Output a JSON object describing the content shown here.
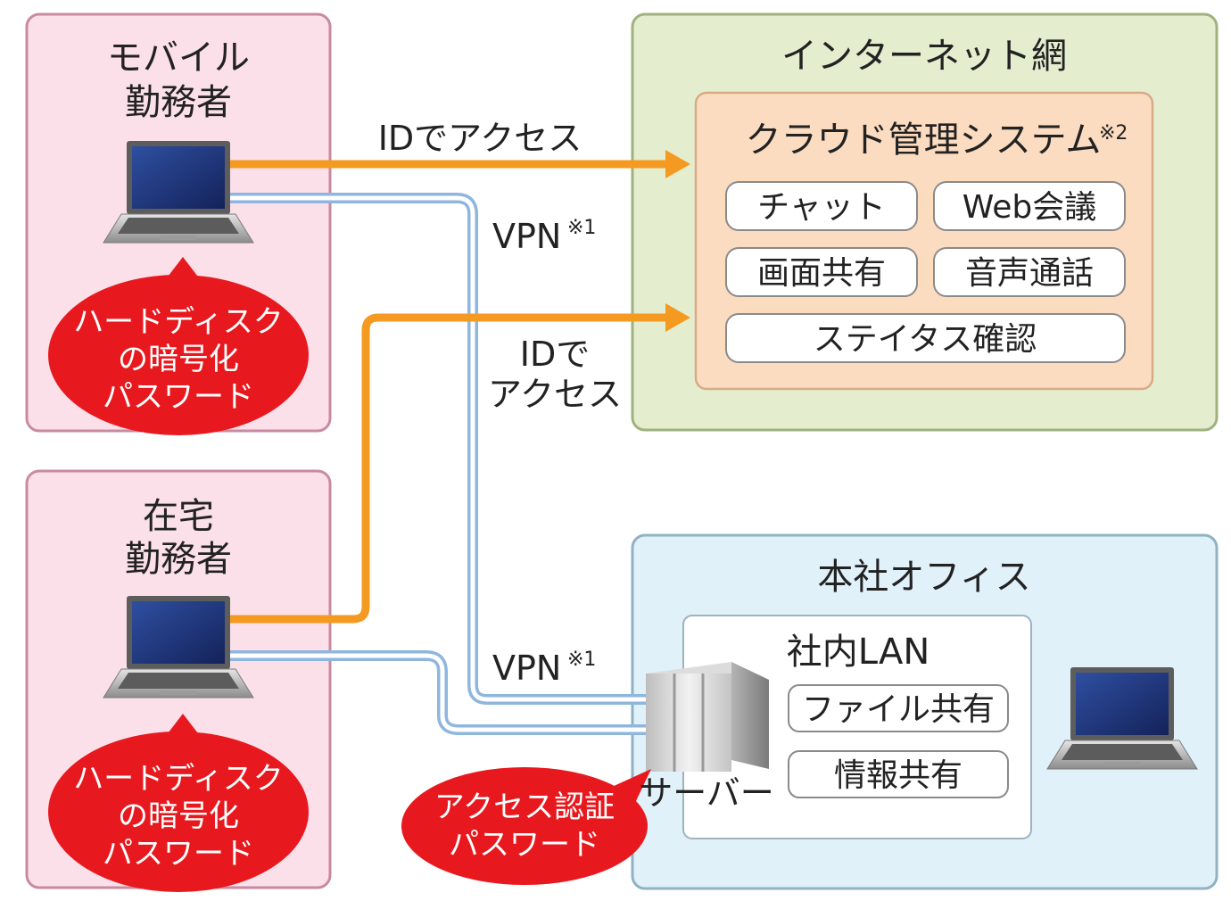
{
  "colors": {
    "worker_box_fill": "#fbe0ea",
    "worker_box_stroke": "#c98aa0",
    "internet_fill": "#e5edcf",
    "internet_stroke": "#9fb27e",
    "cloud_fill": "#fcdcc0",
    "cloud_stroke": "#d7ab86",
    "office_fill": "#e0f1fa",
    "office_stroke": "#8fb2c4",
    "orange_arrow": "#f59a20",
    "vpn_line": "#8fb6de",
    "bubble_red": "#e8191e",
    "text": "#222222"
  },
  "mobile_worker": {
    "title_line1": "モバイル",
    "title_line2": "勤務者",
    "bubble_line1": "ハードディスク",
    "bubble_line2": "の暗号化",
    "bubble_line3": "パスワード"
  },
  "home_worker": {
    "title_line1": "在宅",
    "title_line2": "勤務者",
    "bubble_line1": "ハードディスク",
    "bubble_line2": "の暗号化",
    "bubble_line3": "パスワード"
  },
  "internet": {
    "title": "インターネット網",
    "cloud_title": "クラウド管理システム",
    "cloud_note": "※2",
    "services": [
      "チャット",
      "Web会議",
      "画面共有",
      "音声通話",
      "ステイタス確認"
    ]
  },
  "office": {
    "title": "本社オフィス",
    "lan_title": "社内LAN",
    "lan_items": [
      "ファイル共有",
      "情報共有"
    ],
    "server_label": "サーバー",
    "auth_bubble_line1": "アクセス認証",
    "auth_bubble_line2": "パスワード"
  },
  "connections": {
    "id_access_1": "IDでアクセス",
    "vpn_1": "VPN",
    "vpn_1_note": "※1",
    "id_access_2_line1": "IDで",
    "id_access_2_line2": "アクセス",
    "vpn_2": "VPN",
    "vpn_2_note": "※1"
  }
}
